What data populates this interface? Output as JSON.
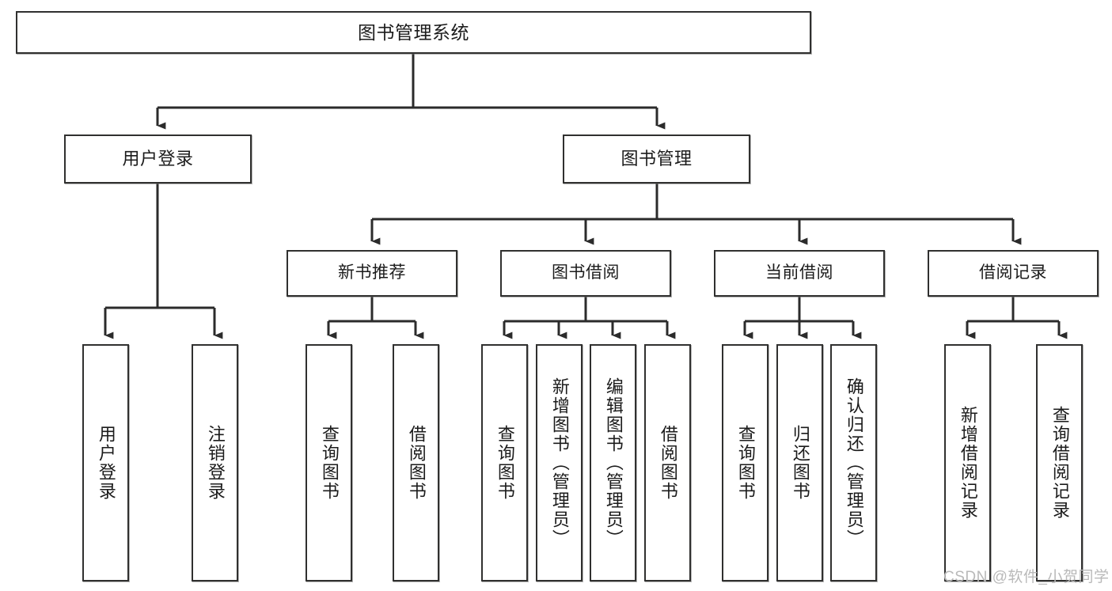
{
  "diagram": {
    "type": "tree-hierarchy-chart",
    "title": "图书管理系统",
    "orientation": "top-down",
    "colors": {
      "box_border": "#30302f",
      "box_fill": "#ffffff",
      "connector": "#2b2b2b",
      "text": "#1b1b1b",
      "watermark": "#b9b9b9"
    }
  },
  "root": {
    "id": "root",
    "label": "图书管理系统"
  },
  "level2": [
    {
      "id": "user-login",
      "label": "用户登录"
    },
    {
      "id": "book-management",
      "label": "图书管理"
    }
  ],
  "level3": [
    {
      "id": "new-book-recommend",
      "label": "新书推荐"
    },
    {
      "id": "book-borrow",
      "label": "图书借阅"
    },
    {
      "id": "current-borrow",
      "label": "当前借阅"
    },
    {
      "id": "borrow-record",
      "label": "借阅记录"
    }
  ],
  "leaves": {
    "user_login": [
      {
        "id": "leaf-user-login",
        "label": "用户登录"
      },
      {
        "id": "leaf-logout-login",
        "label": "注销登录"
      }
    ],
    "new_book_recommend": [
      {
        "id": "leaf-query-book-1",
        "label": "查询图书"
      },
      {
        "id": "leaf-borrow-book-1",
        "label": "借阅图书"
      }
    ],
    "book_borrow": [
      {
        "id": "leaf-query-book-2",
        "label": "查询图书"
      },
      {
        "id": "leaf-add-book",
        "label": "新增图书（管理员）"
      },
      {
        "id": "leaf-edit-book",
        "label": "编辑图书（管理员）"
      },
      {
        "id": "leaf-borrow-book-2",
        "label": "借阅图书"
      }
    ],
    "current_borrow": [
      {
        "id": "leaf-query-book-3",
        "label": "查询图书"
      },
      {
        "id": "leaf-return-book",
        "label": "归还图书"
      },
      {
        "id": "leaf-confirm-return",
        "label": "确认归还（管理员）"
      }
    ],
    "borrow_record": [
      {
        "id": "leaf-add-borrow-record",
        "label": "新增借阅记录"
      },
      {
        "id": "leaf-query-borrow-record",
        "label": "查询借阅记录"
      }
    ]
  },
  "watermark": {
    "text": "CSDN @软件_小贺同学"
  }
}
